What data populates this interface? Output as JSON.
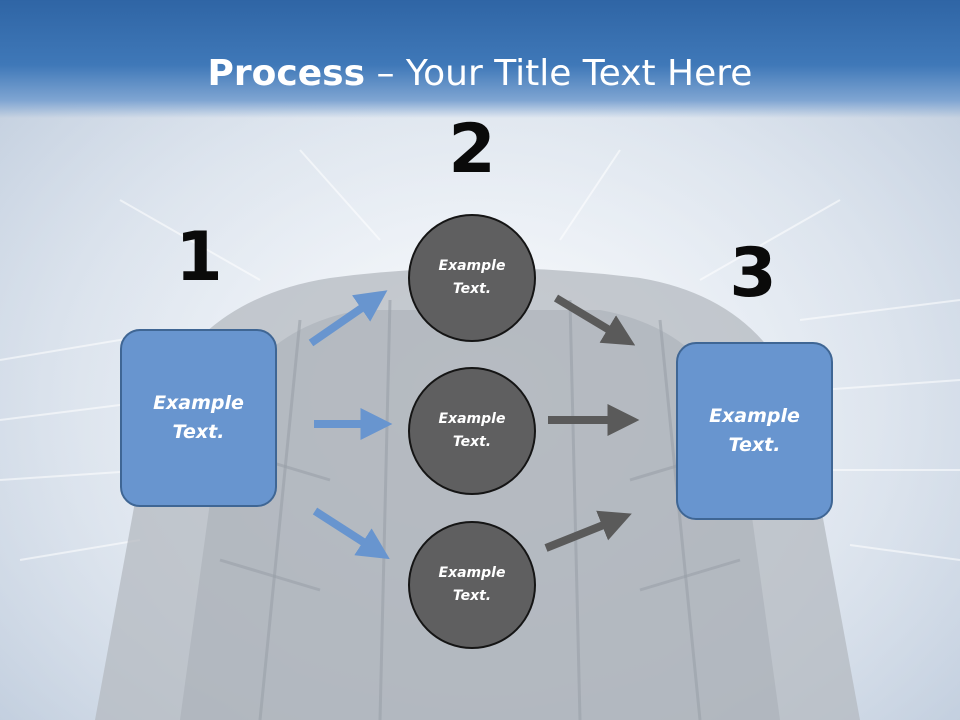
{
  "title": {
    "bold": "Process",
    "rest": " – Your Title Text Here"
  },
  "steps": {
    "one": "1",
    "two": "2",
    "three": "3"
  },
  "boxes": {
    "left": [
      "Example",
      "Text."
    ],
    "right": [
      "Example",
      "Text."
    ]
  },
  "circles": [
    [
      "Example",
      "Text."
    ],
    [
      "Example",
      "Text."
    ],
    [
      "Example",
      "Text."
    ]
  ],
  "colors": {
    "title_bar": "#3f78b8",
    "box_fill": "#6895cf",
    "circle_fill": "#5f5f60",
    "arrow_blue": "#6895cf",
    "arrow_gray": "#5a5a5a"
  }
}
